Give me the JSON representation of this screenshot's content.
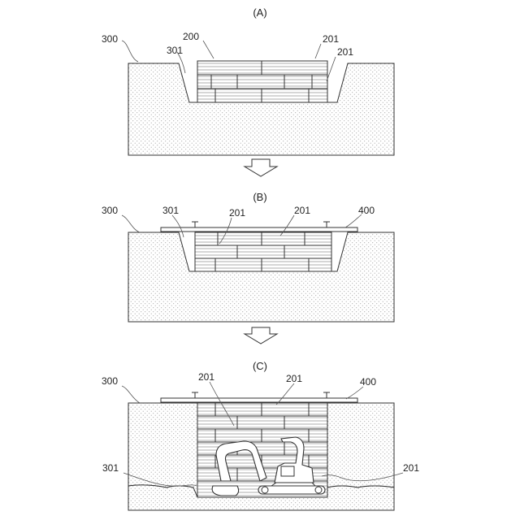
{
  "panels": [
    {
      "title": "(A)",
      "labels": {
        "ground": "300",
        "slope": "301",
        "stack": "200",
        "block_top": "201",
        "block_side": "201"
      }
    },
    {
      "title": "(B)",
      "labels": {
        "ground": "300",
        "slope": "301",
        "block_left": "201",
        "block_right": "201",
        "deck": "400"
      }
    },
    {
      "title": "(C)",
      "labels": {
        "ground": "300",
        "block_left": "201",
        "block_right": "201",
        "deck": "400",
        "slope": "301",
        "block_side": "201"
      }
    }
  ]
}
